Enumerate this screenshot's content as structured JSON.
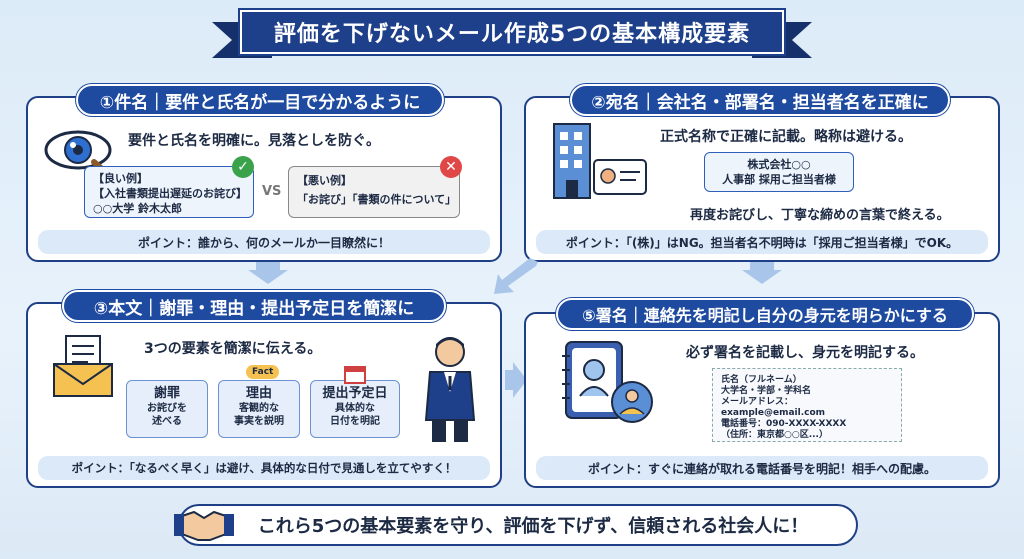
{
  "title": "評価を下げないメール作成5つの基本構成要素",
  "card1": {
    "head": "①件名｜要件と氏名が一目で分かるように",
    "lead": "要件と氏名を明確に。見落としを防ぐ。",
    "good_label": "【良い例】",
    "good_line1": "【入社書類提出遅延のお詫び】",
    "good_line2": "○○大学 鈴木太郎",
    "vs": "VS",
    "bad_label": "【悪い例】",
    "bad_line1": "「お詫び」「書類の件について」",
    "point": "ポイント：誰から、何のメールか一目瞭然に！"
  },
  "card2": {
    "head": "②宛名｜会社名・部署名・担当者名を正確に",
    "lead": "正式名称で正確に記載。略称は避ける。",
    "addr1": "株式会社○○",
    "addr2": "人事部 採用ご担当者様",
    "sub": "再度お詫びし、丁寧な締めの言葉で終える。",
    "point": "ポイント：「(株)」はNG。担当者名不明時は「採用ご担当者様」でOK。"
  },
  "card3": {
    "head": "③本文｜謝罪・理由・提出予定日を簡潔に",
    "lead": "3つの要素を簡潔に伝える。",
    "elements": [
      {
        "title": "謝罪",
        "desc1": "お詫びを",
        "desc2": "述べる"
      },
      {
        "title": "理由",
        "desc1": "客観的な",
        "desc2": "事実を説明"
      },
      {
        "title": "提出予定日",
        "desc1": "具体的な",
        "desc2": "日付を明記"
      }
    ],
    "fact": "Fact",
    "point": "ポイント：「なるべく早く」は避け、具体的な日付で見通しを立てやすく！"
  },
  "card5": {
    "head": "⑤署名｜連絡先を明記し自分の身元を明らかにする",
    "lead": "必ず署名を記載し、身元を明記する。",
    "sig": [
      "氏名（フルネーム）",
      "大学名・学部・学科名",
      "メールアドレス：example@email.com",
      "電話番号：090-XXXX-XXXX",
      "（住所：東京都○○区...）"
    ],
    "point": "ポイント：すぐに連絡が取れる電話番号を明記！相手への配慮。"
  },
  "footer": "これら5つの基本要素を守り、評価を下げず、信頼される社会人に！",
  "colors": {
    "navy": "#1e3f8a",
    "blue": "#1e4aa0",
    "light": "#dbe9f8",
    "ok": "#3aa24b",
    "ng": "#e04848"
  }
}
